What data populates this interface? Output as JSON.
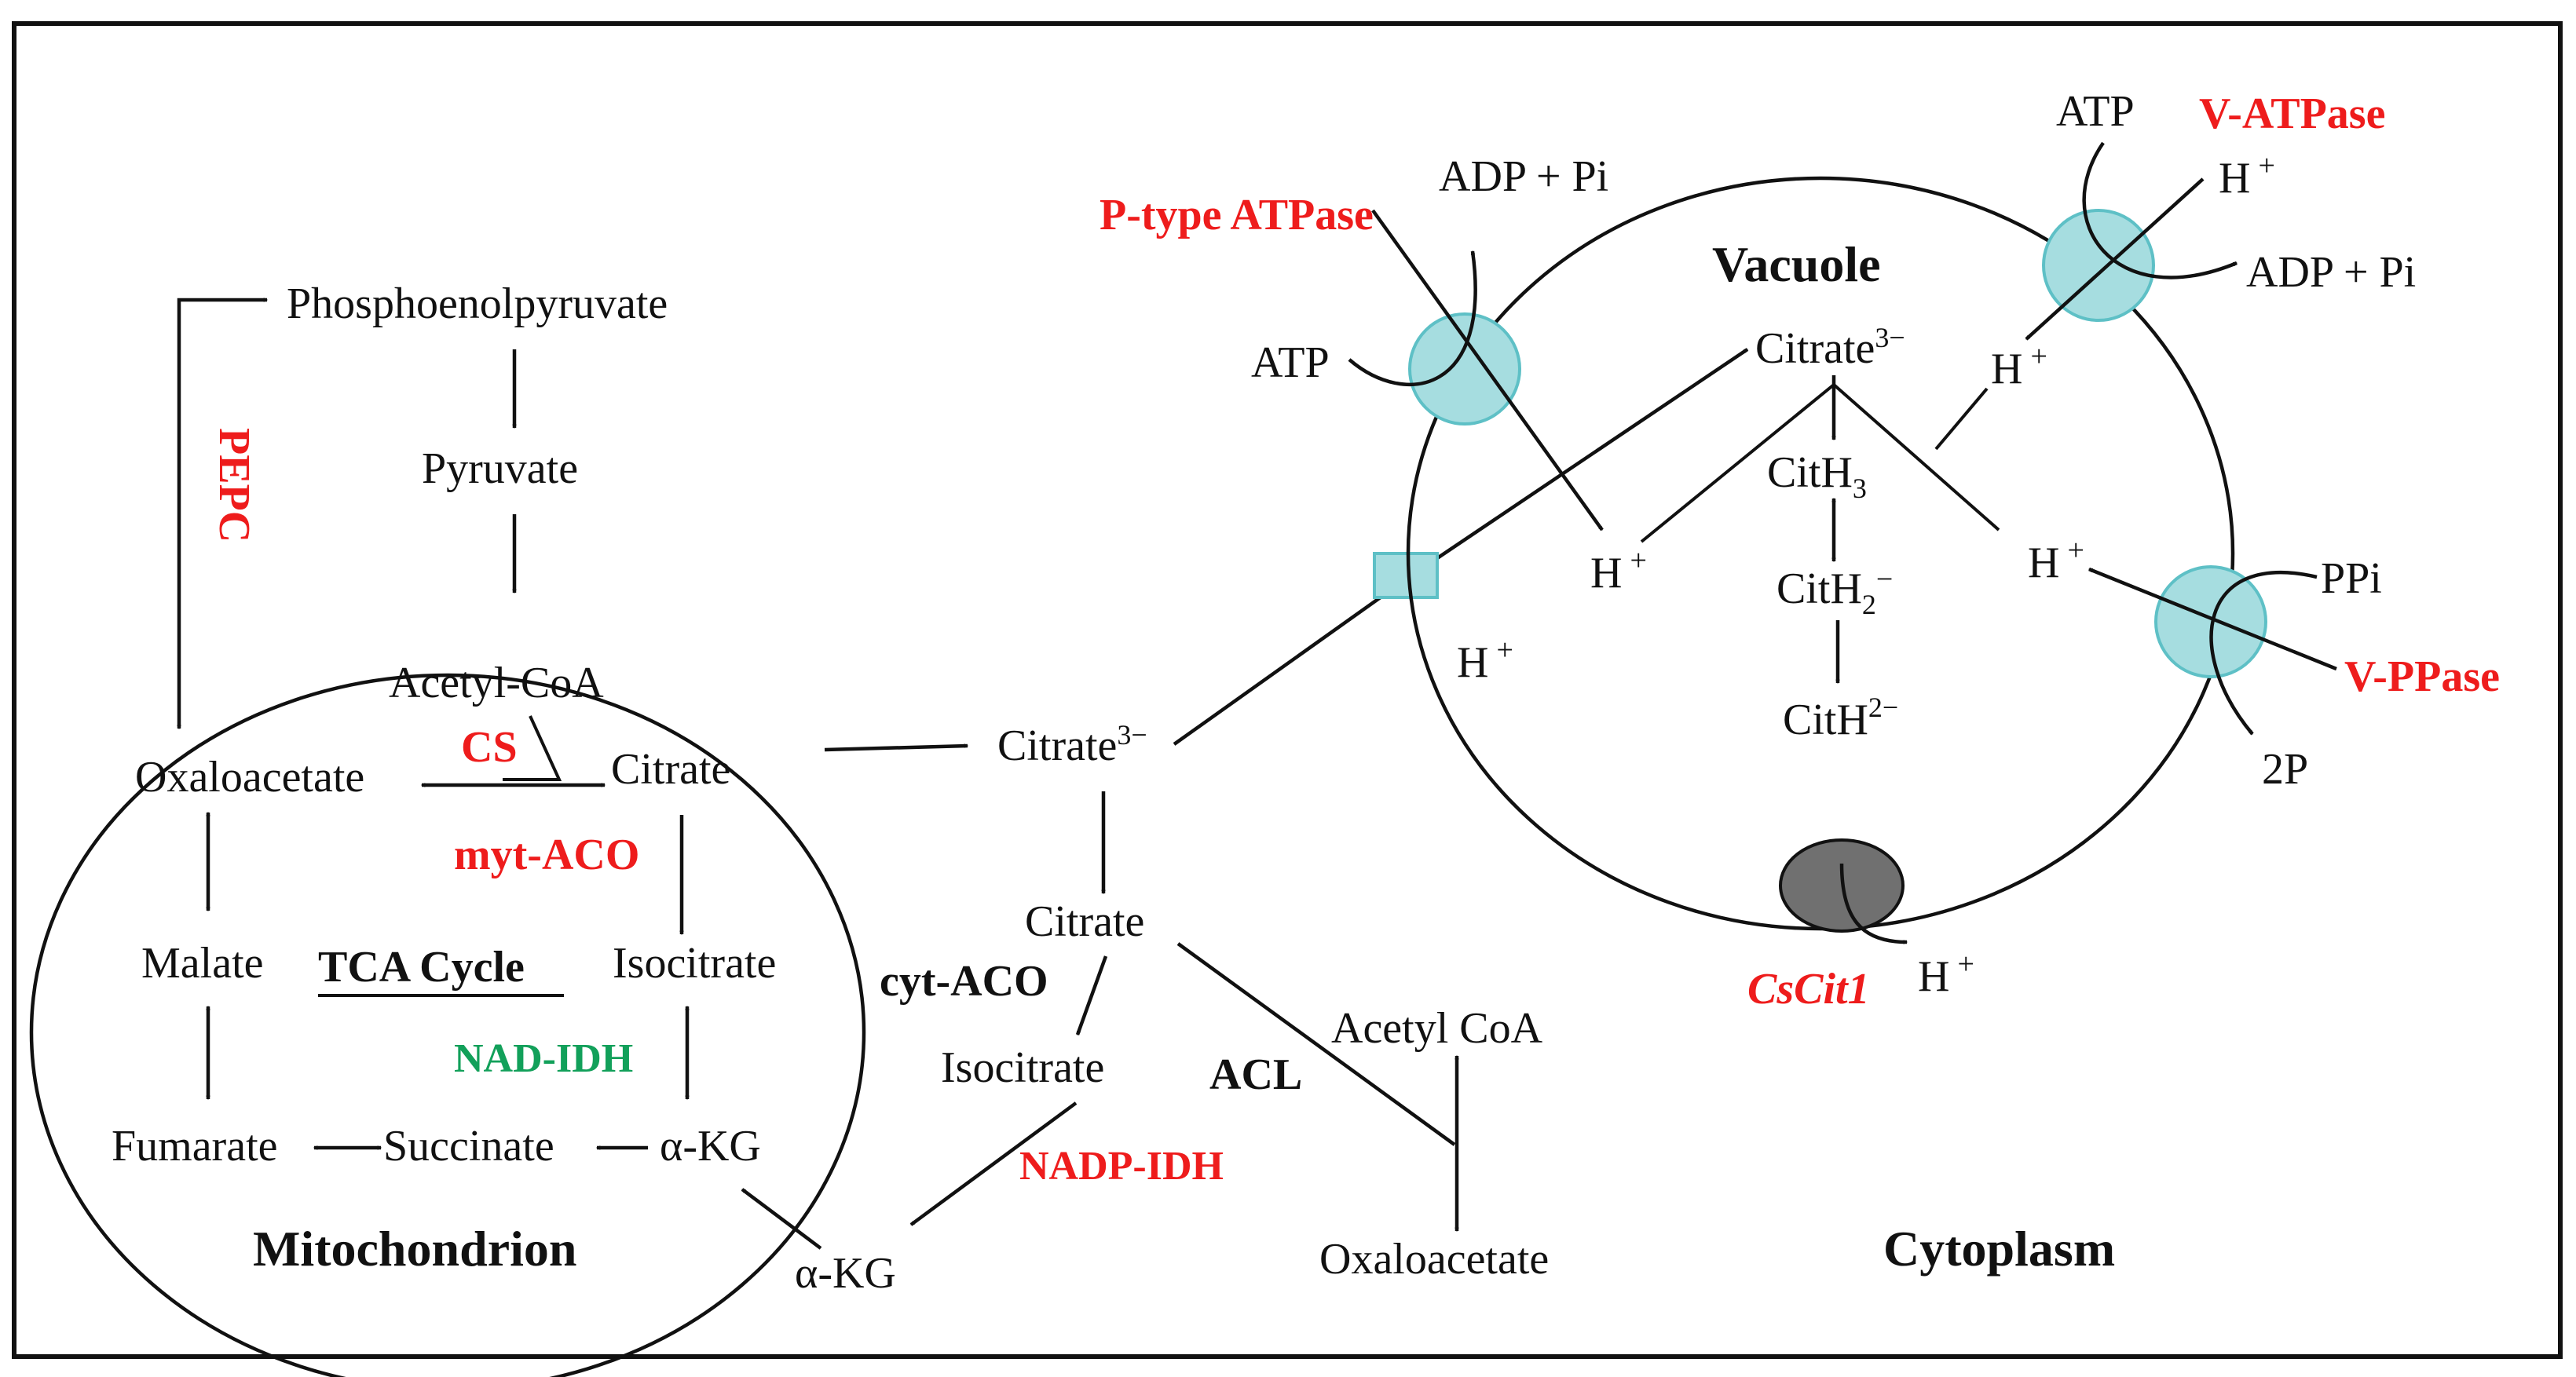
{
  "labels": {
    "phosphoenolpyruvate": "Phosphoenolpyruvate",
    "pyruvate": "Pyruvate",
    "pepc": "PEPC",
    "acetyl_coa_mito": "Acetyl-CoA",
    "cs": "CS",
    "oxaloacetate_mito": "Oxaloacetate",
    "citrate_mito": "Citrate",
    "myt_aco": "myt-ACO",
    "malate": "Malate",
    "tca_cycle": "TCA Cycle",
    "isocitrate_mito": "Isocitrate",
    "nad_idh": "NAD-IDH",
    "fumarate": "Fumarate",
    "succinate": "Succinate",
    "akg_mito": "α-KG",
    "mitochondrion": "Mitochondrion",
    "citrate_cyto_base": "Citrate",
    "citrate_cyto_sup": "3−",
    "citrate_cyto2": "Citrate",
    "cyt_aco": "cyt-ACO",
    "isocitrate_cyto": "Isocitrate",
    "acl": "ACL",
    "acetyl_coa_cyto": "Acetyl CoA",
    "nadp_idh": "NADP-IDH",
    "akg_cyto": "α-KG",
    "oxaloacetate_cyto": "Oxaloacetate",
    "cytoplasm": "Cytoplasm",
    "p_type_atpase": "P-type ATPase",
    "adp_pi_left": "ADP + Pi",
    "atp_left": "ATP",
    "vacuole": "Vacuole",
    "citrate_vac_base": "Citrate",
    "citrate_vac_sup": "3−",
    "cith3_base": "CitH",
    "cith3_sub": "3",
    "cith2_base": "CitH",
    "cith2_sub": "2",
    "cith2_sup": "−",
    "cith_base": "CitH",
    "cith_sup": "2−",
    "h_1": "H",
    "h_2": "H",
    "h_3": "H",
    "h_4": "H",
    "h_5": "H",
    "h_6": "H",
    "h_plus": "+",
    "atp_right": "ATP",
    "v_atpase": "V-ATPase",
    "adp_pi_right": "ADP + Pi",
    "ppi": "PPi",
    "v_ppase": "V-PPase",
    "two_p": "2P",
    "cscit1": "CsCit1"
  },
  "colors": {
    "enzyme_red": "#ee1c1c",
    "enzyme_green": "#12a05a",
    "pump_fill": "#a6dde0",
    "pump_stroke": "#5ec0c6",
    "transporter_grey": "#707070",
    "ink": "#111111"
  }
}
